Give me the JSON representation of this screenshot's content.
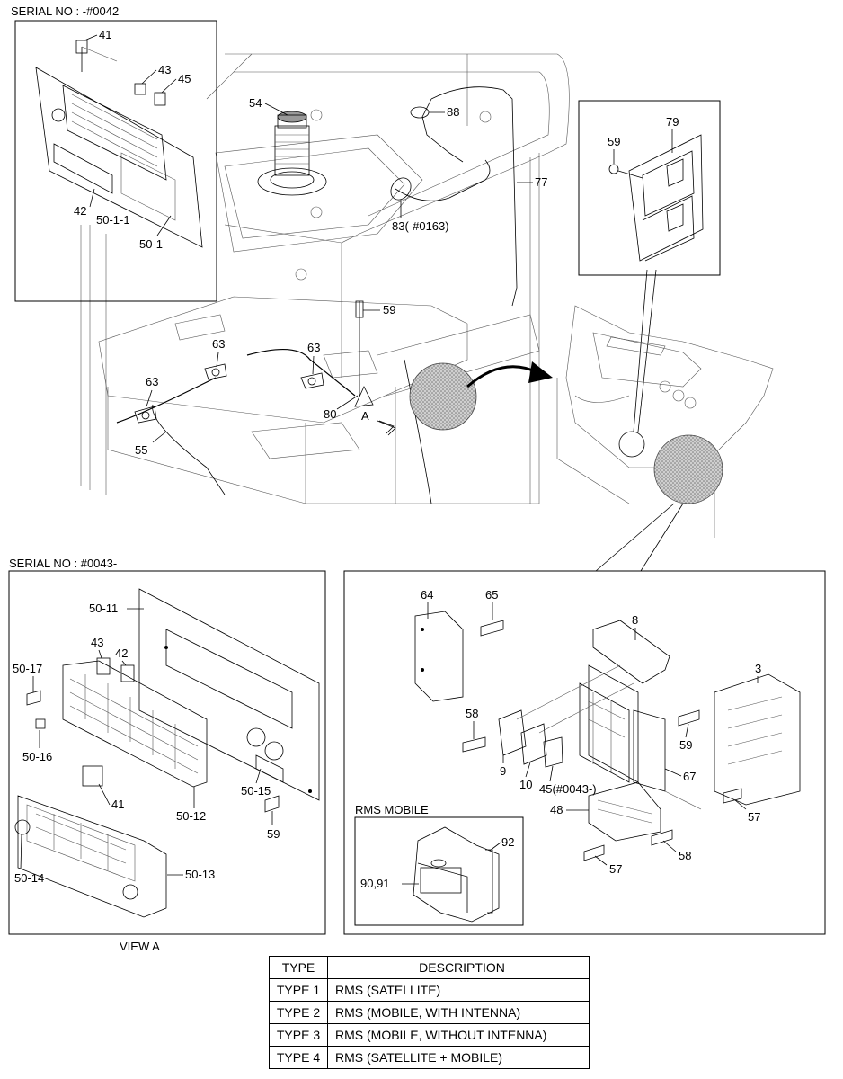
{
  "headers": {
    "top_serial": "SERIAL NO : -#0042",
    "bottom_serial": "SERIAL NO : #0043-",
    "view_a": "VIEW A",
    "rms_mobile": "RMS MOBILE"
  },
  "callouts": {
    "c41_top": "41",
    "c43_top": "43",
    "c45_top": "45",
    "c42_top": "42",
    "c50_1_1": "50-1-1",
    "c50_1": "50-1",
    "c54": "54",
    "c88": "88",
    "c83": "83(-#0163)",
    "c77": "77",
    "c59_mid": "59",
    "c63_a": "63",
    "c63_b": "63",
    "c63_c": "63",
    "c80": "80",
    "c55": "55",
    "cA": "A",
    "c59_inset": "59",
    "c79": "79",
    "c50_11": "50-11",
    "c43_b": "43",
    "c42_b": "42",
    "c50_17": "50-17",
    "c50_16": "50-16",
    "c41_b": "41",
    "c50_12": "50-12",
    "c50_15": "50-15",
    "c59_b": "59",
    "c50_14": "50-14",
    "c50_13": "50-13",
    "c64": "64",
    "c65": "65",
    "c8": "8",
    "c3": "3",
    "c58_a": "58",
    "c9": "9",
    "c10": "10",
    "c45_b": "45(#0043-)",
    "c67": "67",
    "c59_c": "59",
    "c48": "48",
    "c57_a": "57",
    "c58_b": "58",
    "c57_b": "57",
    "c92": "92",
    "c90_91": "90,91"
  },
  "table": {
    "headers": [
      "TYPE",
      "DESCRIPTION"
    ],
    "rows": [
      {
        "type": "TYPE 1",
        "desc": "RMS (SATELLITE)"
      },
      {
        "type": "TYPE 2",
        "desc": "RMS (MOBILE, WITH INTENNA)"
      },
      {
        "type": "TYPE 3",
        "desc": "RMS (MOBILE, WITHOUT INTENNA)"
      },
      {
        "type": "TYPE 4",
        "desc": "RMS (SATELLITE + MOBILE)"
      }
    ]
  }
}
